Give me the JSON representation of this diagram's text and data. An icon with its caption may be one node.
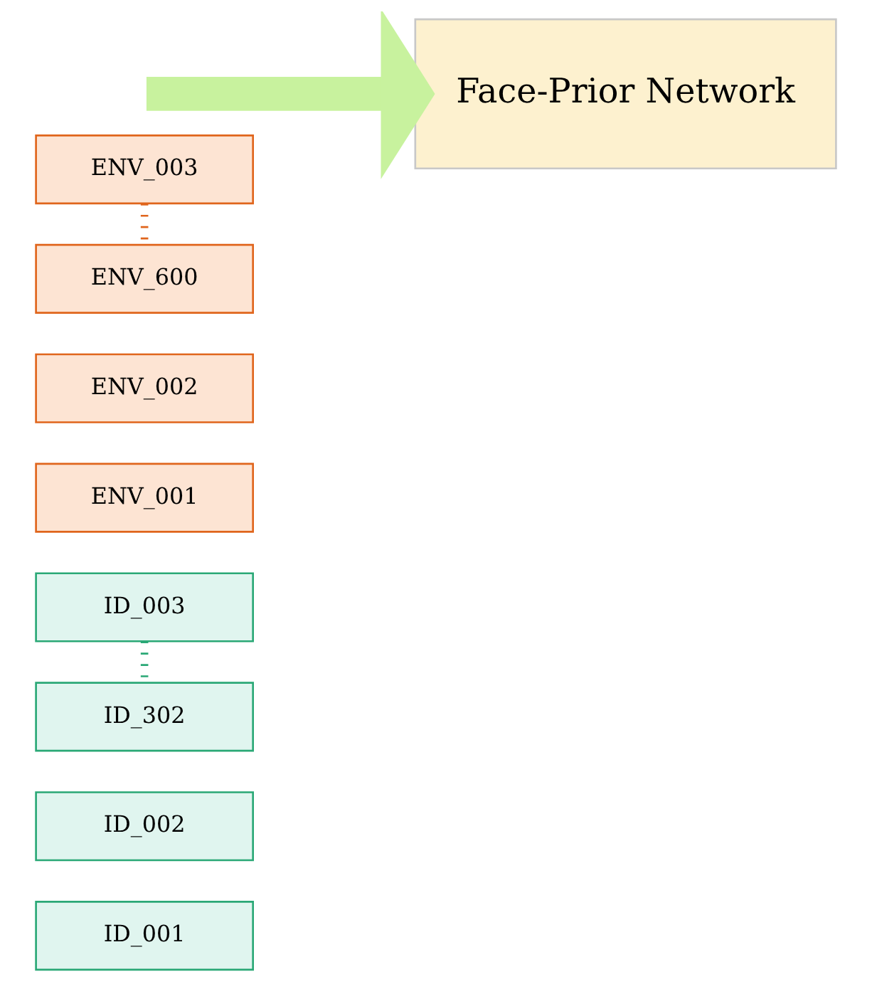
{
  "diagram": {
    "nodes": [
      {
        "text": [
          "ID_001"
        ]
      },
      {
        "text": [
          "ID_002"
        ]
      },
      {
        "text": [
          "ID_003"
        ]
      },
      {
        "text": [
          "ID_302"
        ]
      },
      {
        "text": [
          "ENV_001"
        ]
      },
      {
        "text": [
          "ENV_002"
        ]
      },
      {
        "text": [
          "ENV_003"
        ]
      },
      {
        "text": [
          "ENV_600"
        ]
      },
      {
        "text": [
          "Face-Prior Network"
        ]
      }
    ],
    "edges": [
      {
        "from": 2,
        "to": 3,
        "arrow": "none",
        "style": "dashed",
        "color": "#2aa876"
      },
      {
        "from": 6,
        "to": 7,
        "arrow": "none",
        "style": "dashed",
        "color": "#e0651c"
      },
      {
        "from": null,
        "to": 8,
        "arrow": "to",
        "style": "thick",
        "color": "#c8f29e"
      }
    ]
  }
}
